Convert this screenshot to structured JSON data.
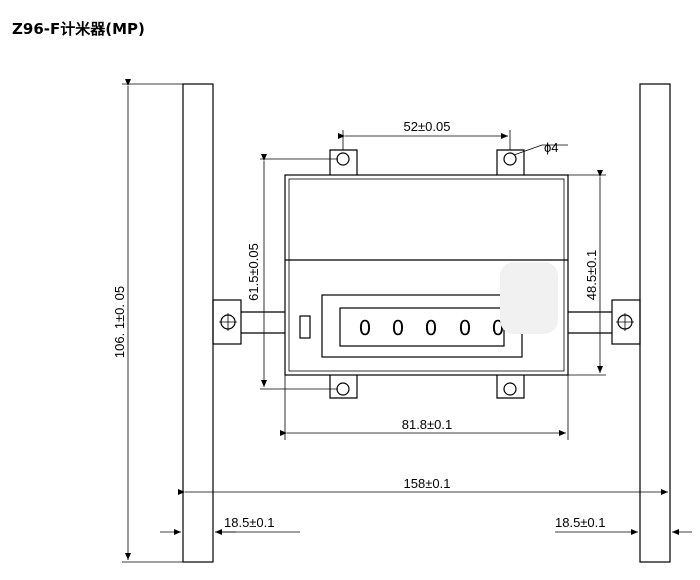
{
  "title": "Z96-F计米器(MP)",
  "dimensions": {
    "top_width": "52±0.05",
    "hole": "ϕ4",
    "left_height": "61.5±0.05",
    "right_height": "48.5±0.1",
    "bottom_width": "81.8±0.1",
    "overall_height": "106. 1±0. 05",
    "overall_width": "158±0.1",
    "left_offset": "18.5±0.1",
    "right_offset": "18.5±0.1"
  },
  "counter": {
    "digits": [
      "0",
      "0",
      "0",
      "0",
      "0"
    ]
  }
}
